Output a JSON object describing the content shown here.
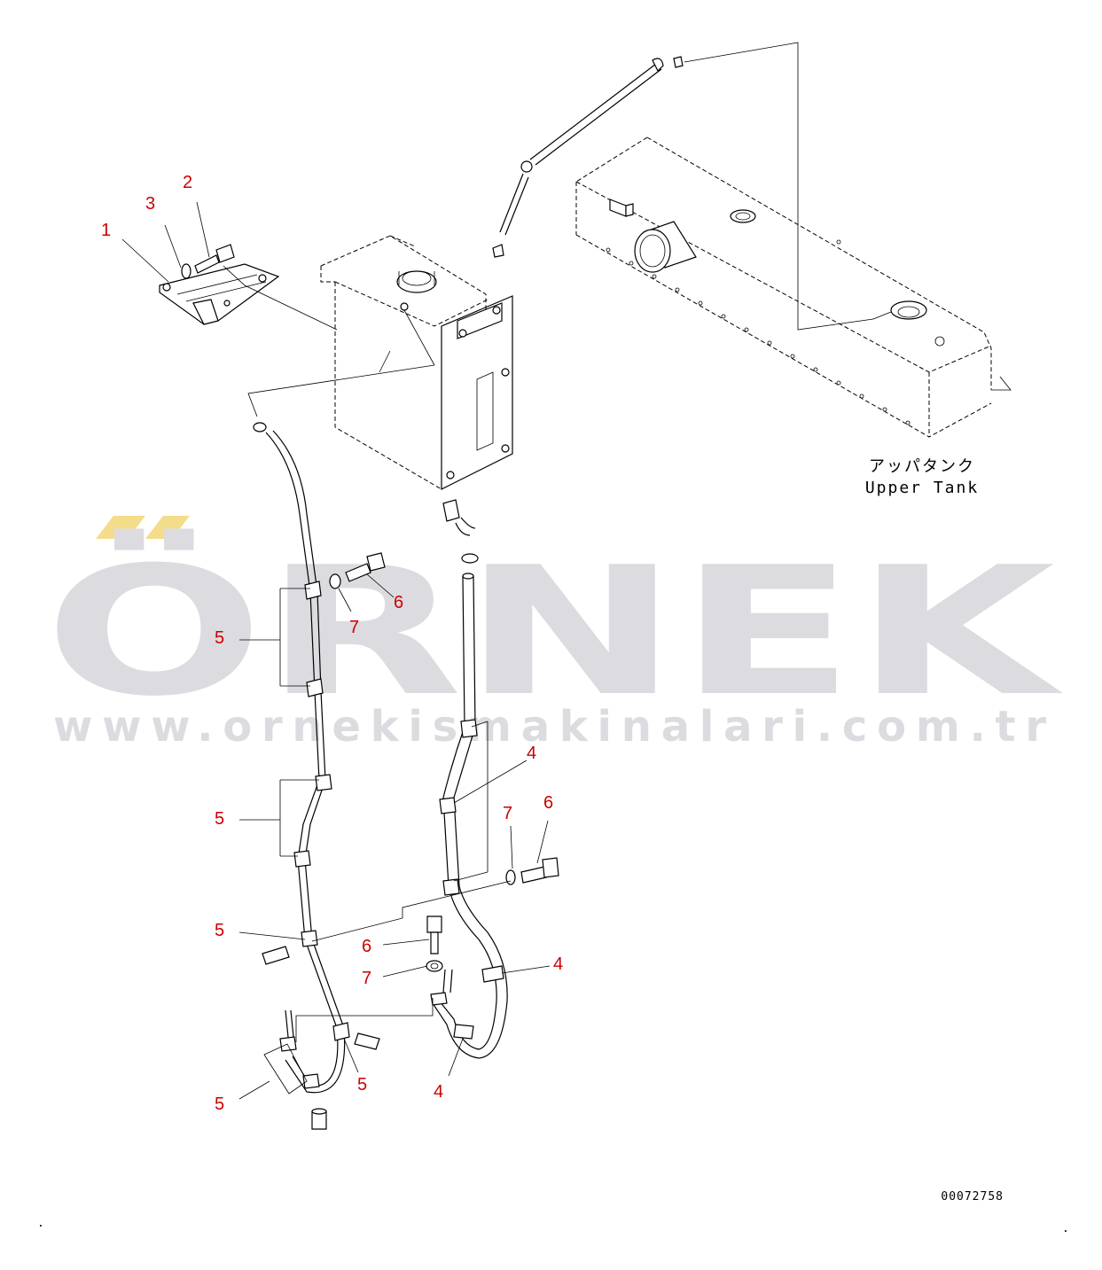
{
  "watermark": {
    "brand": "ÖRNEK",
    "url": "www.ornekismakinalari.com.tr",
    "brand_color": "#dcdce0",
    "accent_color": "#f3dc8a"
  },
  "upper_tank_label": {
    "japanese": "アッパタンク",
    "english": "Upper Tank"
  },
  "drawing_code": "00072758",
  "callouts": [
    "1",
    "2",
    "3",
    "4",
    "5",
    "6",
    "7"
  ],
  "callout_color": "#cc0000"
}
